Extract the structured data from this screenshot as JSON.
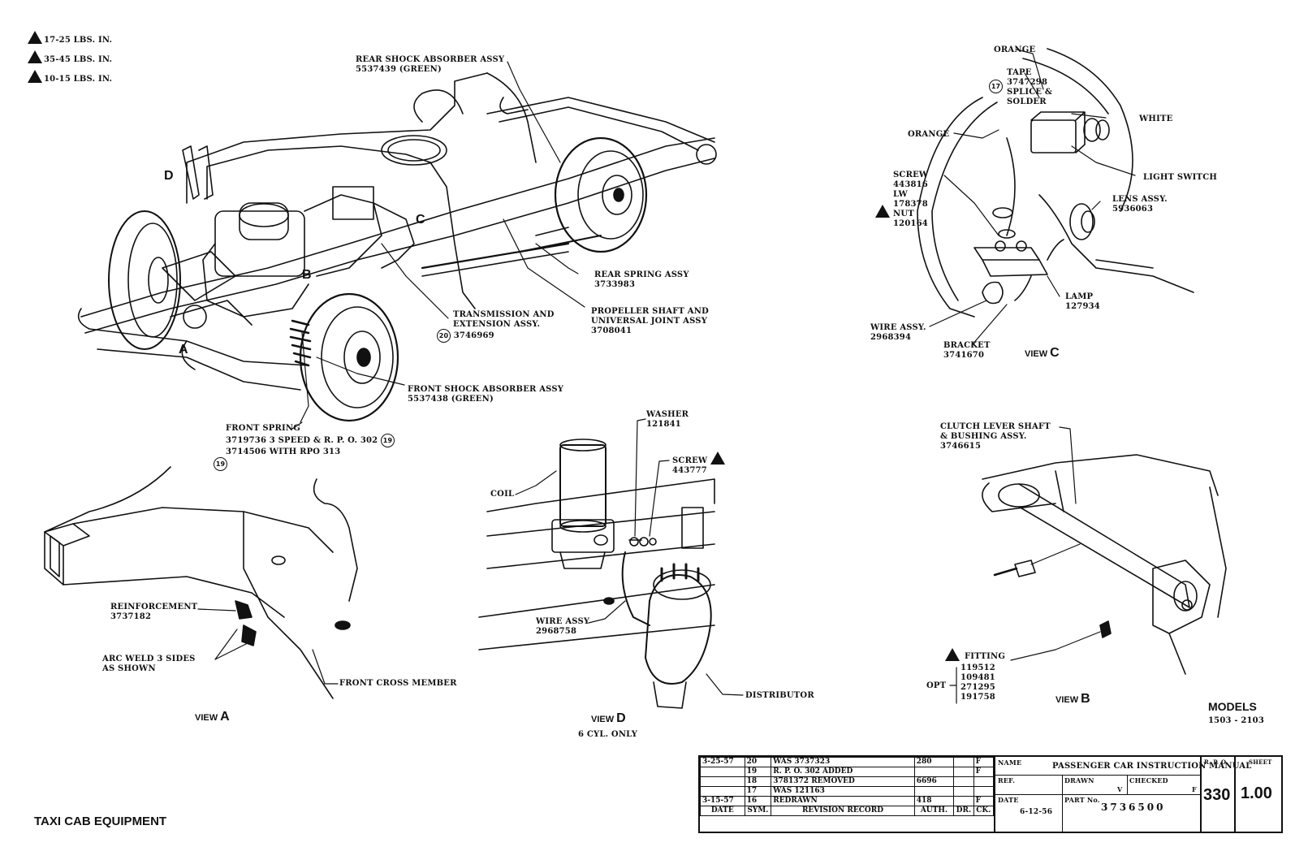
{
  "legend": [
    {
      "icon": "triangle-icon",
      "text": "17-25 LBS. IN."
    },
    {
      "icon": "triangle-icon",
      "text": "35-45 LBS. IN."
    },
    {
      "icon": "triangle-icon",
      "text": "10-15 LBS. IN."
    }
  ],
  "main_view": {
    "letters": {
      "d": "D",
      "a": "A",
      "b": "B",
      "c": "C"
    },
    "rear_shock": "REAR SHOCK ABSORBER ASSY\n5537439 (GREEN)",
    "transmission": "TRANSMISSION AND\nEXTENSION ASSY.",
    "transmission_num": "3746969",
    "transmission_badge": "20",
    "rear_spring": "REAR SPRING ASSY\n3733983",
    "propeller": "PROPELLER SHAFT AND\nUNIVERSAL JOINT ASSY\n3708041",
    "front_shock": "FRONT SHOCK ABSORBER ASSY\n5537438 (GREEN)",
    "front_spring_1": "FRONT SPRING",
    "front_spring_2": "3719736 3 SPEED & R. P. O. 302",
    "front_spring_3": "3714506 WITH RPO 313",
    "front_spring_badge_1": "19",
    "front_spring_badge_2": "19"
  },
  "view_c": {
    "orange_top": "ORANGE",
    "tape_badge": "17",
    "tape": "TAPE\n3747298\nSPLICE &\nSOLDER",
    "white": "WHITE",
    "orange_mid": "ORANGE",
    "screw": "SCREW\n443816\nLW\n178378\nNUT\n120164",
    "light_switch": "LIGHT SWITCH",
    "lens": "LENS ASSY.\n5936063",
    "lamp": "LAMP\n127934",
    "wire": "WIRE ASSY.\n2968394",
    "bracket": "BRACKET\n3741670",
    "title_word": "VIEW",
    "title_letter": "C"
  },
  "view_a": {
    "reinforcement": "REINFORCEMENT\n3737182",
    "arc_weld": "ARC WELD 3 SIDES\nAS SHOWN",
    "cross_member": "FRONT CROSS MEMBER",
    "title_word": "VIEW",
    "title_letter": "A"
  },
  "view_d": {
    "washer": "WASHER\n121841",
    "screw": "SCREW",
    "screw_num": "443777",
    "coil": "COIL",
    "wire": "WIRE ASSY\n2968758",
    "distributor": "DISTRIBUTOR",
    "title_word": "VIEW",
    "title_letter": "D",
    "subtitle": "6 CYL. ONLY"
  },
  "view_b": {
    "clutch": "CLUTCH LEVER SHAFT\n& BUSHING ASSY.\n3746615",
    "fitting": "FITTING",
    "fitting_nums": "119512\n109481\n271295\n191758",
    "opt": "OPT",
    "title_word": "VIEW",
    "title_letter": "B"
  },
  "models": {
    "title": "MODELS",
    "range": "1503 - 2103"
  },
  "page_title": "TAXI CAB EQUIPMENT",
  "title_block": {
    "revisions": [
      {
        "date": "3-25-57",
        "sym": "20",
        "record": "WAS 3737323",
        "auth": "280",
        "ck": "F"
      },
      {
        "date": "",
        "sym": "19",
        "record": "R. P. O. 302 ADDED",
        "auth": "",
        "ck": "F"
      },
      {
        "date": "",
        "sym": "18",
        "record": "3781372 REMOVED",
        "auth": "6696",
        "ck": ""
      },
      {
        "date": "",
        "sym": "17",
        "record": "WAS 121163",
        "auth": "",
        "ck": ""
      },
      {
        "date": "3-15-57",
        "sym": "16",
        "record": "REDRAWN",
        "auth": "418",
        "ck": "F"
      }
    ],
    "headers": {
      "date": "DATE",
      "sym": "SYM.",
      "record": "REVISION RECORD",
      "auth": "AUTH.",
      "dr": "DR.",
      "ck": "CK."
    },
    "name_label": "NAME",
    "name_value": "PASSENGER CAR INSTRUCTION MANUAL",
    "ref_label": "REF.",
    "drawn_label": "DRAWN",
    "drawn_value": "V",
    "checked_label": "CHECKED",
    "checked_value": "F",
    "date_label": "DATE",
    "date_value": "6-12-56",
    "part_label": "PART No.",
    "part_value": "3736500",
    "rpo_label": "R. P. O.",
    "rpo_value": "330",
    "sheet_label": "SHEET",
    "sheet_value": "1.00"
  }
}
